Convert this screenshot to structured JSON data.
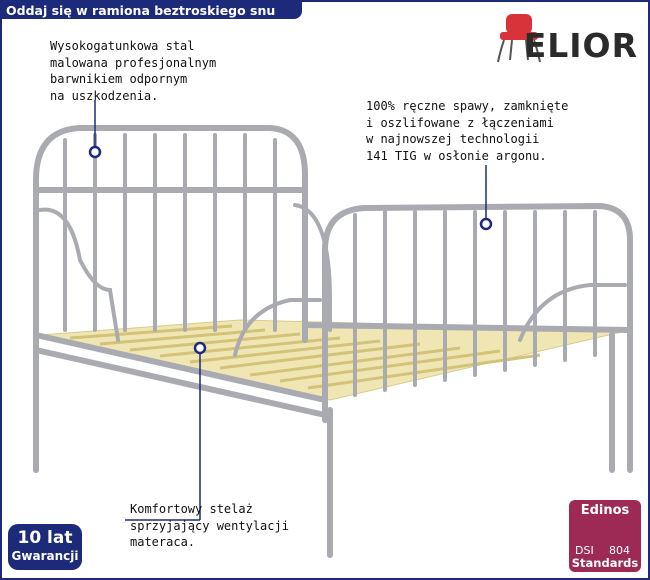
{
  "header": {
    "title": "Oddaj się w ramiona beztroskiego snu"
  },
  "brand": {
    "name": "ELIOR",
    "chair_color": "#d8323b"
  },
  "callouts": [
    {
      "text": "Wysokogatunkowa stal\nmalowana profesjonalnym\nbarwnikiem odpornym\nna uszkodzenia."
    },
    {
      "text": "100% ręczne spawy, zamknięte\ni oszlifowane z łączeniami\nw najnowszej technologii\n141 TIG w osłonie argonu."
    },
    {
      "text": "Komfortowy stelaż\nsprzyjający wentylacji\nmateraca."
    }
  ],
  "warranty": {
    "line1": "10 lat",
    "line2": "Gwarancji"
  },
  "certificate": {
    "line1": "Edinos",
    "dsi": "DSI",
    "number": "804",
    "line3": "Standards"
  },
  "colors": {
    "accent": "#1d2a7a",
    "metal": "#a9abb0",
    "slats": "#eadfa6",
    "badge": "#9c2a54"
  }
}
